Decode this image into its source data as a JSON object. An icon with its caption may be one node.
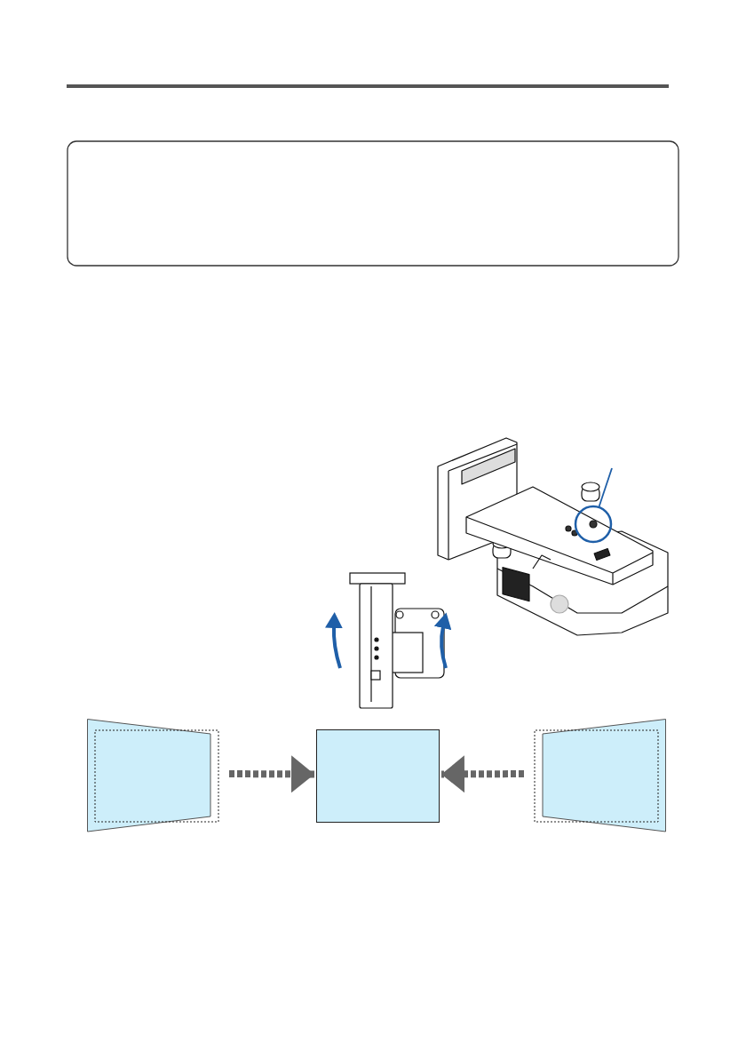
{
  "diagram": {
    "nodes": [
      {
        "text": [],
        "shape": "box"
      },
      {
        "text": [],
        "shape": "circle"
      },
      {
        "text": [],
        "shape": "trapezoid"
      },
      {
        "text": [],
        "shape": "box"
      },
      {
        "text": [],
        "shape": "trapezoid"
      }
    ],
    "edges": [
      {
        "from": null,
        "to": 1,
        "arrow": "none",
        "color": "#1f5fa8"
      },
      {
        "from": 2,
        "to": 3,
        "arrow": "to",
        "style": "dashed"
      },
      {
        "from": 4,
        "to": 3,
        "arrow": "to",
        "style": "dashed"
      }
    ]
  }
}
